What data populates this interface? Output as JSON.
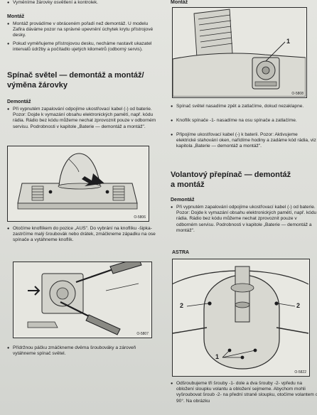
{
  "left": {
    "top_bullet": "Vyměníme žárovky osvětlení a kontrolek.",
    "montaz_heading": "Montáž",
    "montaz_items": [
      "Montáž provádíme v obráceném pořadí než demontáž. U modelu Zafira dáváme pozor na správné upevnění úchytek krytu přístrojové desky.",
      "Pokud vyměňujeme přístrojovou desku, necháme nastavit ukazatel intervalů údržby a počítadlo ujetých kilometrů (odborný servis)."
    ],
    "section_title_1": "Spínač světel — demontáž a montáž/",
    "section_title_2": "výměna žárovky",
    "demontaz_heading": "Demontáž",
    "demontaz_item": "Při vypnutém zapalování odpojíme ukostřovací kabel (-) od baterie. Pozor: Dojde k vymazání obsahu elektronických pamětí, např. kódu rádia. Rádio bez kódu můžeme nechat zprovoznit pouze v odborném servisu. Podrobnosti v kapitole „Baterie — demontáž a montáž\".",
    "fig1_code": "O-5806",
    "otocime_item": "Otočíme knoflíkem do pozice „AUS\". Do vybrání na knoflíku -šipka- zastrčíme malý šroubovák nebo drátek, zmáčkneme západku na ose spínače a vytáhneme knoflík.",
    "fig2_code": "O-5807",
    "pridrznou_item": "Přídržnou páčku zmáčkneme dvěma šroubováky a zároveň vytáhneme spínač světel."
  },
  "right": {
    "top_heading": "Montáž",
    "fig3_code": "O-5808",
    "fig3_label": "1",
    "montaz_items": [
      "Spínač světel nasadíme zpět a zatlačíme, dokud nezaklapne.",
      "Knoflík spínače -1- nasadíme na osu spínače a zatlačíme.",
      "Připojíme ukostřovací kabel (-) k baterii. Pozor: Aktivujeme elektrické stahování oken, nařídíme hodiny a zadáme kód rádia, viz kapitola „Baterie — demontáž a montáž\"."
    ],
    "section_title_1": "Volantový přepínač — demontáž",
    "section_title_2": "a montáž",
    "demontaz_heading": "Demontáž",
    "demontaz_item": "Při vypnutém zapalování odpojíme ukostřovací kabel (-) od baterie. Pozor: Dojde k vymazání obsahu elektronických pamětí, např. kódu rádia. Rádio bez kódu můžeme nechat zprovoznit pouze v odborném servisu. Podrobnosti v kapitole „Baterie — demontáž a montáž\".",
    "astra_label": "ASTRA",
    "fig4_code": "O-5822",
    "fig4_label_2": "2",
    "fig4_label_1": "1",
    "bottom_item": "Odšroubujeme tři šrouby -1- dole a dva šrouby -2- vpředu na obložení sloupku volantu a obložení sejmeme. Abychom mohli vyšroubovat šroub -2- na přední straně sloupku, otočíme volantem o 90°. Na obrázku"
  }
}
